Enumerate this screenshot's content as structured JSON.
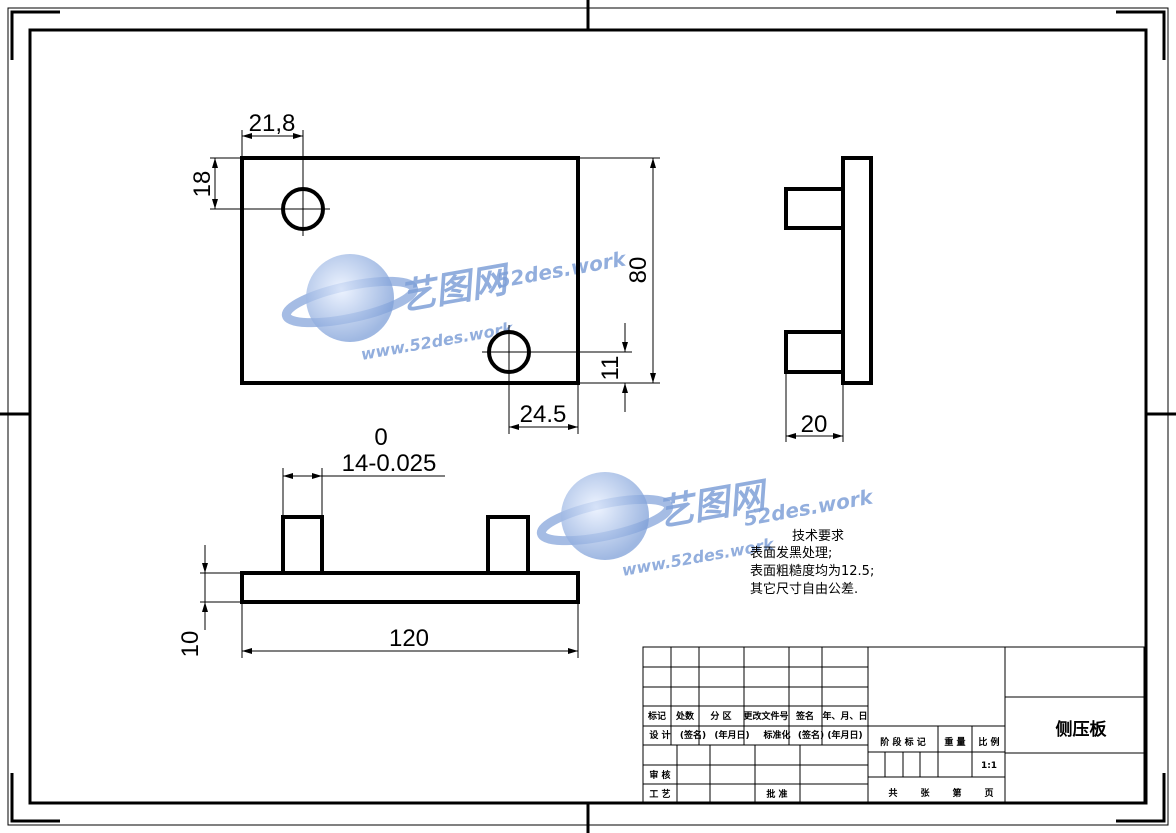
{
  "dimensions": {
    "top_view": {
      "hole1_x": "21,8",
      "hole1_y": "18",
      "height": "80",
      "hole2_x": "24.5",
      "hole2_y": "11"
    },
    "side_view": {
      "width": "20"
    },
    "front_view": {
      "tol_upper": "0",
      "pin_width": "14-0.025",
      "thickness": "10",
      "length": "120"
    }
  },
  "tech_requirements": {
    "heading": "技术要求",
    "lines": [
      "表面发黑处理;",
      "表面粗糙度均为12.5;",
      "其它尺寸自由公差."
    ]
  },
  "title_block": {
    "part_name": "侧压板",
    "row_labels": [
      "标记",
      "处数",
      "分 区",
      "更改文件号",
      "签名",
      "年、月、日"
    ],
    "design_row": [
      "设 计",
      "(签名)",
      "(年月日)",
      "标准化",
      "(签名)",
      "(年月日)"
    ],
    "review_label": "审 核",
    "craft_label": "工 艺",
    "approve_label": "批 准",
    "stage_headers": [
      "阶 段 标 记",
      "重 量",
      "比 例"
    ],
    "scale_value": "1:1",
    "sheet_text": [
      "共",
      "张",
      "第",
      "页"
    ]
  },
  "watermark": {
    "brand": "艺图网",
    "domain": "52des.work",
    "url": "www.52des.work"
  },
  "colors": {
    "line": "#000000",
    "watermark": "#7fa0d8"
  }
}
